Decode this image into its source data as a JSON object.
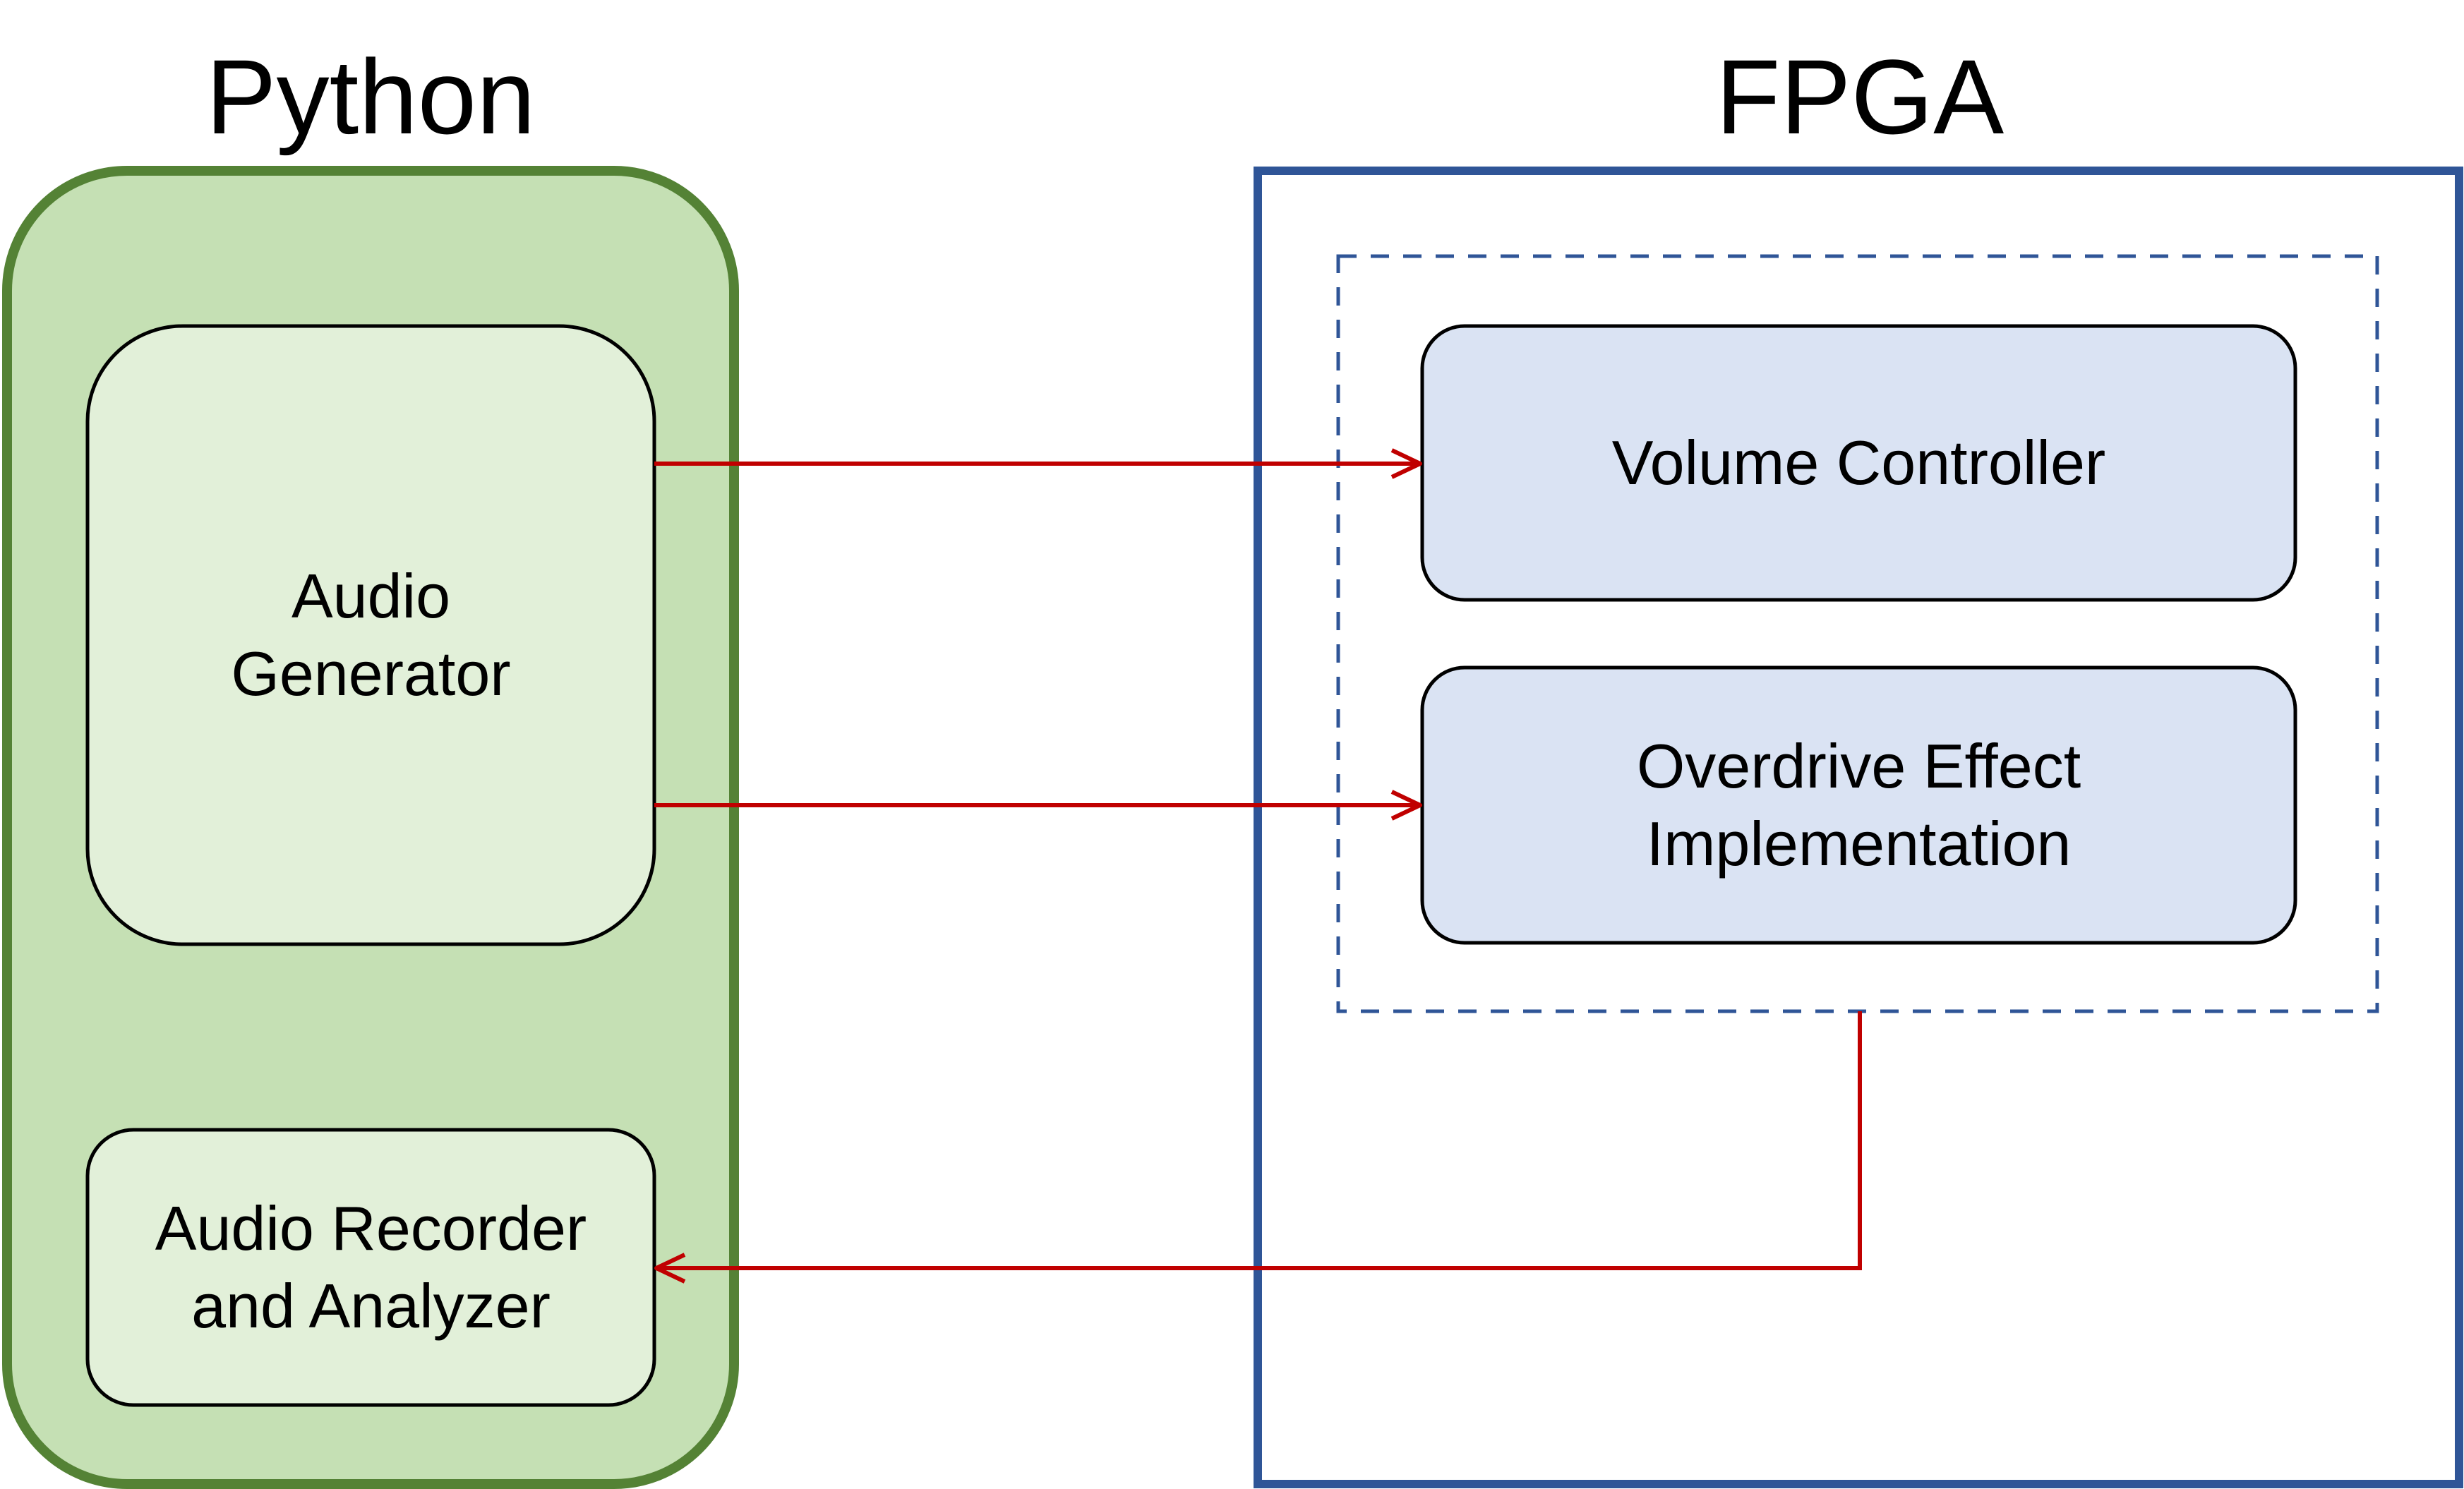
{
  "python": {
    "title": "Python",
    "audio_generator": {
      "line1": "Audio",
      "line2": "Generator"
    },
    "audio_recorder": {
      "line1": "Audio Recorder",
      "line2": "and Analyzer"
    }
  },
  "fpga": {
    "title": "FPGA",
    "volume_controller": {
      "line1": "Volume Controller"
    },
    "overdrive": {
      "line1": "Overdrive Effect",
      "line2": "Implementation"
    }
  },
  "colors": {
    "python_fill": "#c5e0b4",
    "python_stroke": "#548235",
    "python_block_fill": "#e2f0d9",
    "fpga_stroke": "#2f5597",
    "fpga_block_fill": "#dae3f3",
    "arrow": "#c00000",
    "block_stroke": "#000000"
  }
}
